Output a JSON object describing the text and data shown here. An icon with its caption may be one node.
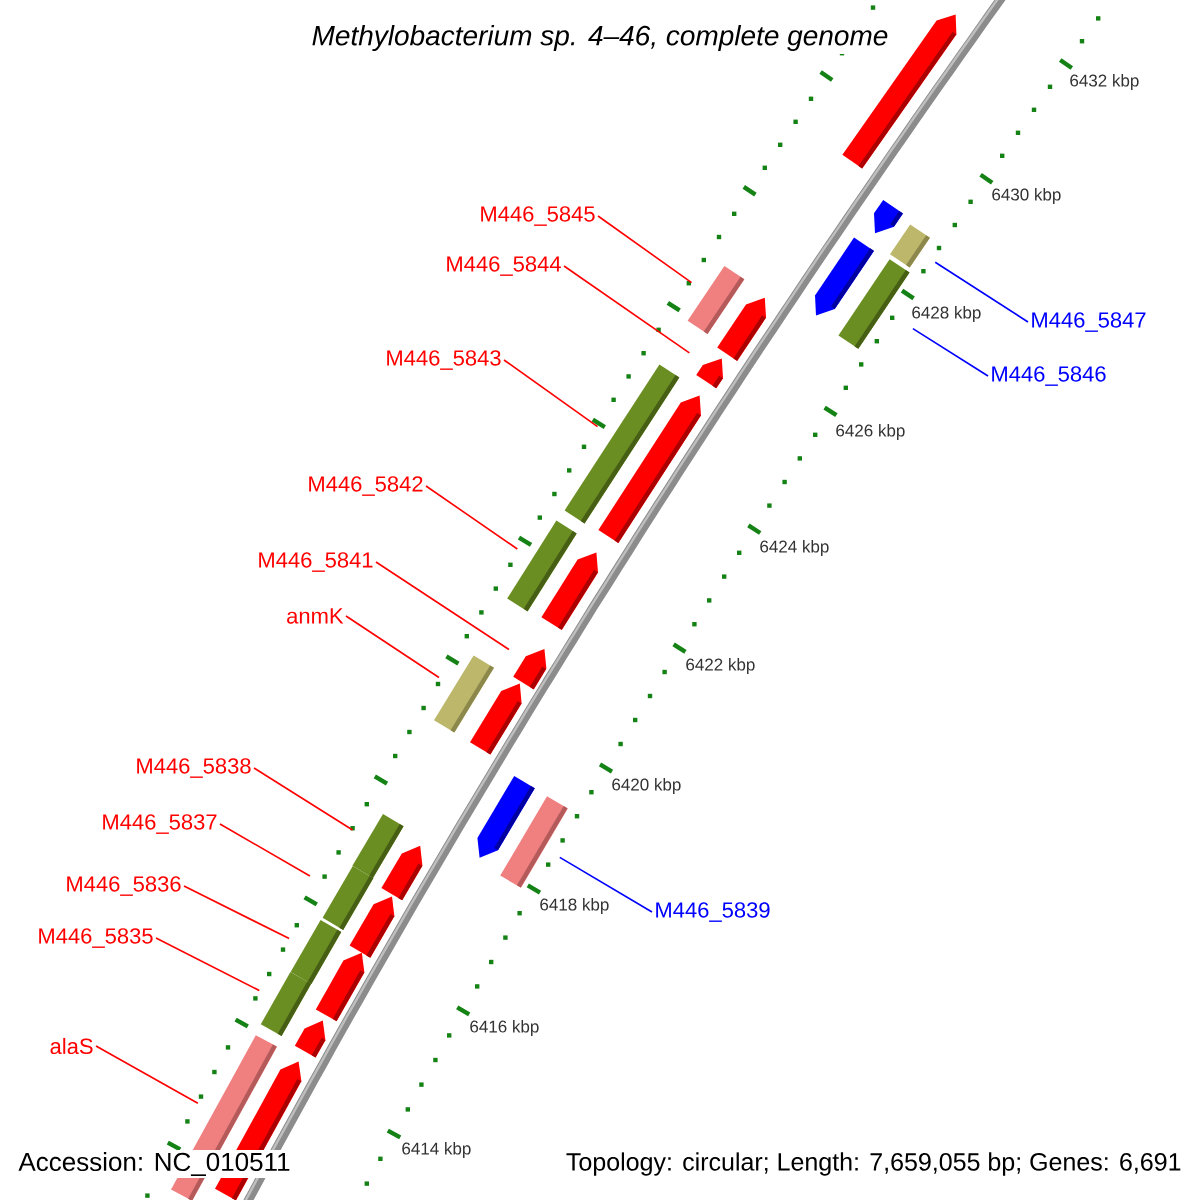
{
  "diagram": {
    "title": "Methylobacterium sp. 4–46, complete genome",
    "nodes": [
      {
        "text": [
          "M446_5845"
        ]
      },
      {
        "text": [
          "M446_5844"
        ]
      },
      {
        "text": [
          "M446_5847"
        ]
      },
      {
        "text": [
          "M446_5843"
        ]
      },
      {
        "text": [
          "M446_5846"
        ]
      },
      {
        "text": [
          "M446_5842"
        ]
      },
      {
        "text": [
          "M446_5841"
        ]
      },
      {
        "text": [
          "anmK"
        ]
      },
      {
        "text": [
          "M446_5838"
        ]
      },
      {
        "text": [
          "M446_5837"
        ]
      },
      {
        "text": [
          "M446_5836"
        ]
      },
      {
        "text": [
          "M446_5839"
        ]
      },
      {
        "text": [
          "M446_5835"
        ]
      },
      {
        "text": [
          "alaS"
        ]
      },
      {
        "text": [],
        "shape": "arrow"
      },
      {
        "text": [],
        "shape": "arrow"
      },
      {
        "text": [],
        "shape": "bar"
      },
      {
        "text": [],
        "shape": "arrow"
      },
      {
        "text": [],
        "shape": "bar"
      },
      {
        "text": [],
        "shape": "bar"
      },
      {
        "text": [],
        "shape": "arrow"
      },
      {
        "text": [],
        "shape": "arrow"
      },
      {
        "text": [],
        "shape": "bar"
      },
      {
        "text": [],
        "shape": "arrow"
      },
      {
        "text": [],
        "shape": "bar"
      },
      {
        "text": [],
        "shape": "arrow"
      },
      {
        "text": [],
        "shape": "arrow"
      },
      {
        "text": [],
        "shape": "bar"
      },
      {
        "text": [],
        "shape": "arrow"
      },
      {
        "text": [],
        "shape": "arrow"
      },
      {
        "text": [],
        "shape": "bar"
      },
      {
        "text": [],
        "shape": "bar"
      },
      {
        "text": [],
        "shape": "arrow"
      },
      {
        "text": [],
        "shape": "bar"
      },
      {
        "text": [],
        "shape": "arrow"
      },
      {
        "text": [],
        "shape": "bar"
      },
      {
        "text": [],
        "shape": "arrow"
      },
      {
        "text": [],
        "shape": "bar"
      },
      {
        "text": [],
        "shape": "arrow"
      },
      {
        "text": [],
        "shape": "bar"
      },
      {
        "text": [],
        "shape": "arrow"
      }
    ],
    "edges": [
      {
        "from": 0,
        "to": 18,
        "arrow": "none"
      },
      {
        "from": 1,
        "to": 21,
        "arrow": "none"
      },
      {
        "from": 2,
        "to": 16,
        "arrow": "none",
        "color": "#0000ff"
      },
      {
        "from": 3,
        "to": 22,
        "arrow": "none"
      },
      {
        "from": 4,
        "to": 19,
        "arrow": "none",
        "color": "#0000ff"
      },
      {
        "from": 5,
        "to": 24,
        "arrow": "none"
      },
      {
        "from": 6,
        "to": 26,
        "arrow": "none"
      },
      {
        "from": 7,
        "to": 27,
        "arrow": "none"
      },
      {
        "from": 8,
        "to": 31,
        "arrow": "none"
      },
      {
        "from": 9,
        "to": 33,
        "arrow": "none"
      },
      {
        "from": 10,
        "to": 35,
        "arrow": "none"
      },
      {
        "from": 11,
        "to": 30,
        "arrow": "none",
        "color": "#0000ff"
      },
      {
        "from": 12,
        "to": 37,
        "arrow": "none"
      },
      {
        "from": 13,
        "to": 39,
        "arrow": "none"
      }
    ],
    "labels": [
      "6432 kbp",
      "6430 kbp",
      "6428 kbp",
      "6426 kbp",
      "6424 kbp",
      "6422 kbp",
      "6420 kbp",
      "6418 kbp",
      "6416 kbp",
      "6414 kbp",
      "Accession: NC_010511",
      "Topology: circular; Length: 7,659,055 bp; Genes: 6,691"
    ]
  }
}
